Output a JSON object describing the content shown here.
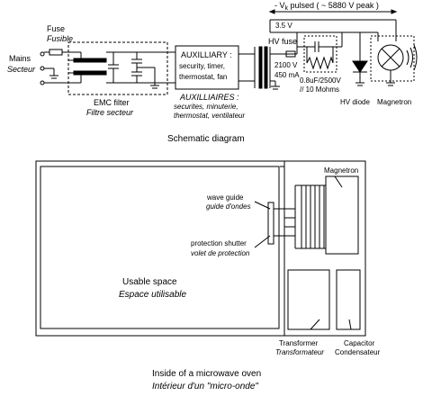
{
  "schematic": {
    "title": "Schematic diagram",
    "fuse_label_en": "Fuse",
    "fuse_label_fr": "Fusible",
    "mains_label_en": "Mains",
    "mains_label_fr": "Secteur",
    "emc_label_en": "EMC filter",
    "emc_label_fr": "Filtre secteur",
    "aux_box_line1": "AUXILLIARY :",
    "aux_box_line2": "security, timer,",
    "aux_box_line3": "thermostat, fan",
    "aux_fr_line1": "AUXILLIAIRES :",
    "aux_fr_line2": "securites, minuterie,",
    "aux_fr_line3": "thermostat, ventilateur",
    "vk_text_prefix": "- V",
    "vk_text_sub": "k",
    "vk_text_suffix": " pulsed ( ~ 5880 V peak )",
    "v35": "3.5 V",
    "hv_fuse": "HV fuse",
    "v2100": "2100 V",
    "ma450": "450 mA",
    "cap_value": "0.8uF/2500V",
    "res_value": "// 10 Mohms",
    "hv_diode": "HV diode",
    "magnetron": "Magnetron"
  },
  "oven": {
    "magnetron": "Magnetron",
    "waveguide_en": "wave guide",
    "waveguide_fr": "guide d'ondes",
    "shutter_en": "protection shutter",
    "shutter_fr": "volet de protection",
    "usable_en": "Usable space",
    "usable_fr": "Espace utilisable",
    "transformer_en": "Transformer",
    "transformer_fr": "Transformateur",
    "capacitor_en": "Capacitor",
    "capacitor_fr": "Condensateur",
    "caption_en": "Inside of a microwave oven",
    "caption_fr": "Intérieur d'un \"micro-onde\""
  }
}
